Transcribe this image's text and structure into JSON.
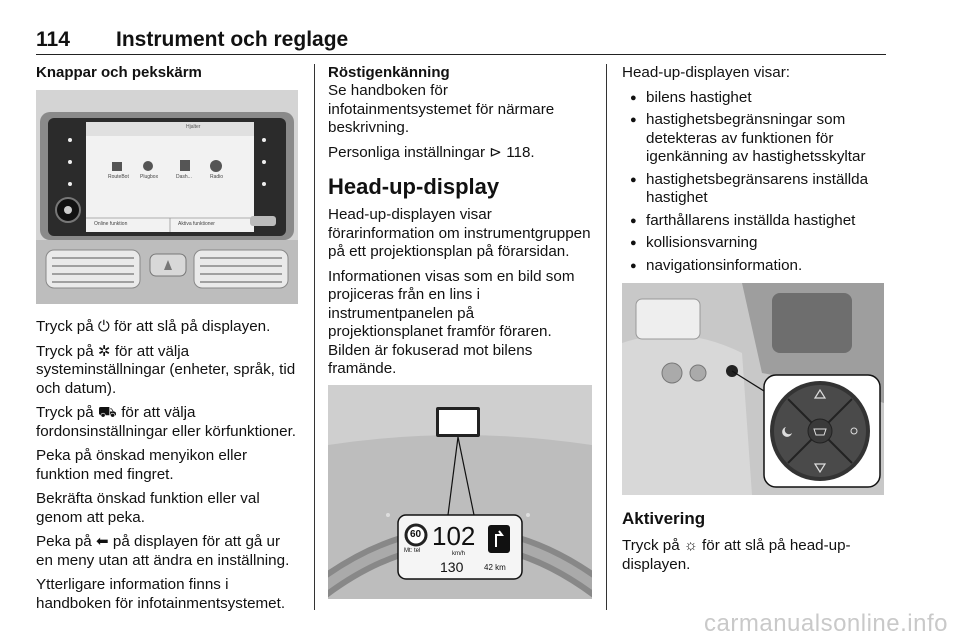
{
  "header": {
    "page_number": "114",
    "title": "Instrument och reglage"
  },
  "col1": {
    "heading": "Knappar och pekskärm",
    "image": {
      "screen_status": "Hjalter",
      "screen_icons": [
        "RouteBot",
        "Plugbox",
        "Dash...",
        "Radio"
      ],
      "screen_bottom_left": "Online funktion",
      "screen_bottom_right": "Aktiva funktioner"
    },
    "paragraphs": [
      "Tryck på ⏻ för att slå på displayen.",
      "Tryck på ✲ för att välja systeminställningar (enheter, språk, tid och datum).",
      "Tryck på ⛟ för att välja fordonsinställningar eller körfunktioner.",
      "Peka på önskad menyikon eller funktion med fingret.",
      "Bekräfta önskad funktion eller val genom att peka.",
      "Peka på ⬅ på displayen för att gå ur en meny utan att ändra en inställning.",
      "Ytterligare information finns i handboken för infotainmentsystemet."
    ]
  },
  "col2": {
    "subheading": "Röstigenkänning",
    "p1": "Se handboken för infotainmentsystemet för närmare beskrivning.",
    "p2": "Personliga inställningar ⊳ 118.",
    "heading": "Head-up-display",
    "p3": "Head-up-displayen visar förarinformation om instrumentgruppen på ett projektionsplan på förarsidan.",
    "p4": "Informationen visas som en bild som projiceras från en lins i instrumentpanelen på projektionsplanet framför föraren. Bilden är fokuserad mot bilens framände.",
    "image": {
      "speed": "102",
      "speed_unit": "km/h",
      "limit": "60",
      "limit_sub": "Mt: tel",
      "cruise": "130",
      "distance": "42 km"
    }
  },
  "col3": {
    "intro": "Head-up-displayen visar:",
    "bullets": [
      "bilens hastighet",
      "hastighetsbegränsningar som detekteras av funktionen för igenkänning av hastighetsskyltar",
      "hastighetsbegränsarens inställda hastighet",
      "farthållarens inställda hastighet",
      "kollisionsvarning",
      "navigationsinformation."
    ],
    "heading": "Aktivering",
    "activation": "Tryck på ☼ för att slå på head-up-displayen."
  },
  "footer": "carmanualsonline.info"
}
